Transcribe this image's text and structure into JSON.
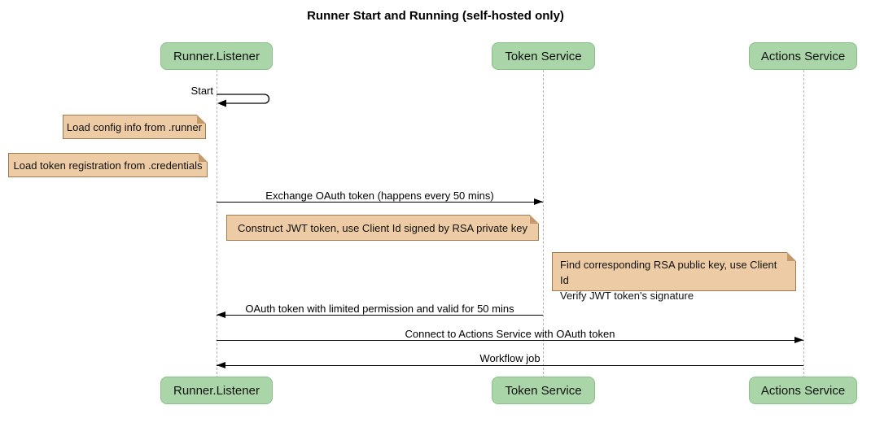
{
  "title": "Runner Start and Running (self-hosted only)",
  "actors": [
    {
      "name": "Runner.Listener"
    },
    {
      "name": "Token Service"
    },
    {
      "name": "Actions Service"
    }
  ],
  "messages": {
    "start": {
      "label": "Start",
      "from": "Runner.Listener",
      "to": "Runner.Listener",
      "type": "self"
    },
    "exchange": {
      "label": "Exchange OAuth token (happens every 50 mins)",
      "from": "Runner.Listener",
      "to": "Token Service"
    },
    "oauth_return": {
      "label": "OAuth token with limited permission and valid for 50 mins",
      "from": "Token Service",
      "to": "Runner.Listener"
    },
    "connect": {
      "label": "Connect to Actions Service with OAuth token",
      "from": "Runner.Listener",
      "to": "Actions Service"
    },
    "workflow": {
      "label": "Workflow job",
      "from": "Actions Service",
      "to": "Runner.Listener"
    }
  },
  "notes": {
    "config": {
      "text": "Load config info from .runner"
    },
    "credentials": {
      "text": "Load token registration from .credentials"
    },
    "jwt": {
      "text": "Construct JWT token, use Client Id signed by RSA private key"
    },
    "verify": {
      "lines": [
        "Find corresponding RSA public key, use Client Id",
        "Verify JWT token's signature"
      ]
    }
  },
  "colors": {
    "actor_fill": "#a9d5a9",
    "actor_border": "#8cbe8c",
    "note_fill": "#edcba4",
    "note_border": "#9c7b53",
    "note_fold": "#c49a6c",
    "lifeline": "#b4b4b4",
    "arrow": "#000000",
    "background": "#ffffff"
  }
}
